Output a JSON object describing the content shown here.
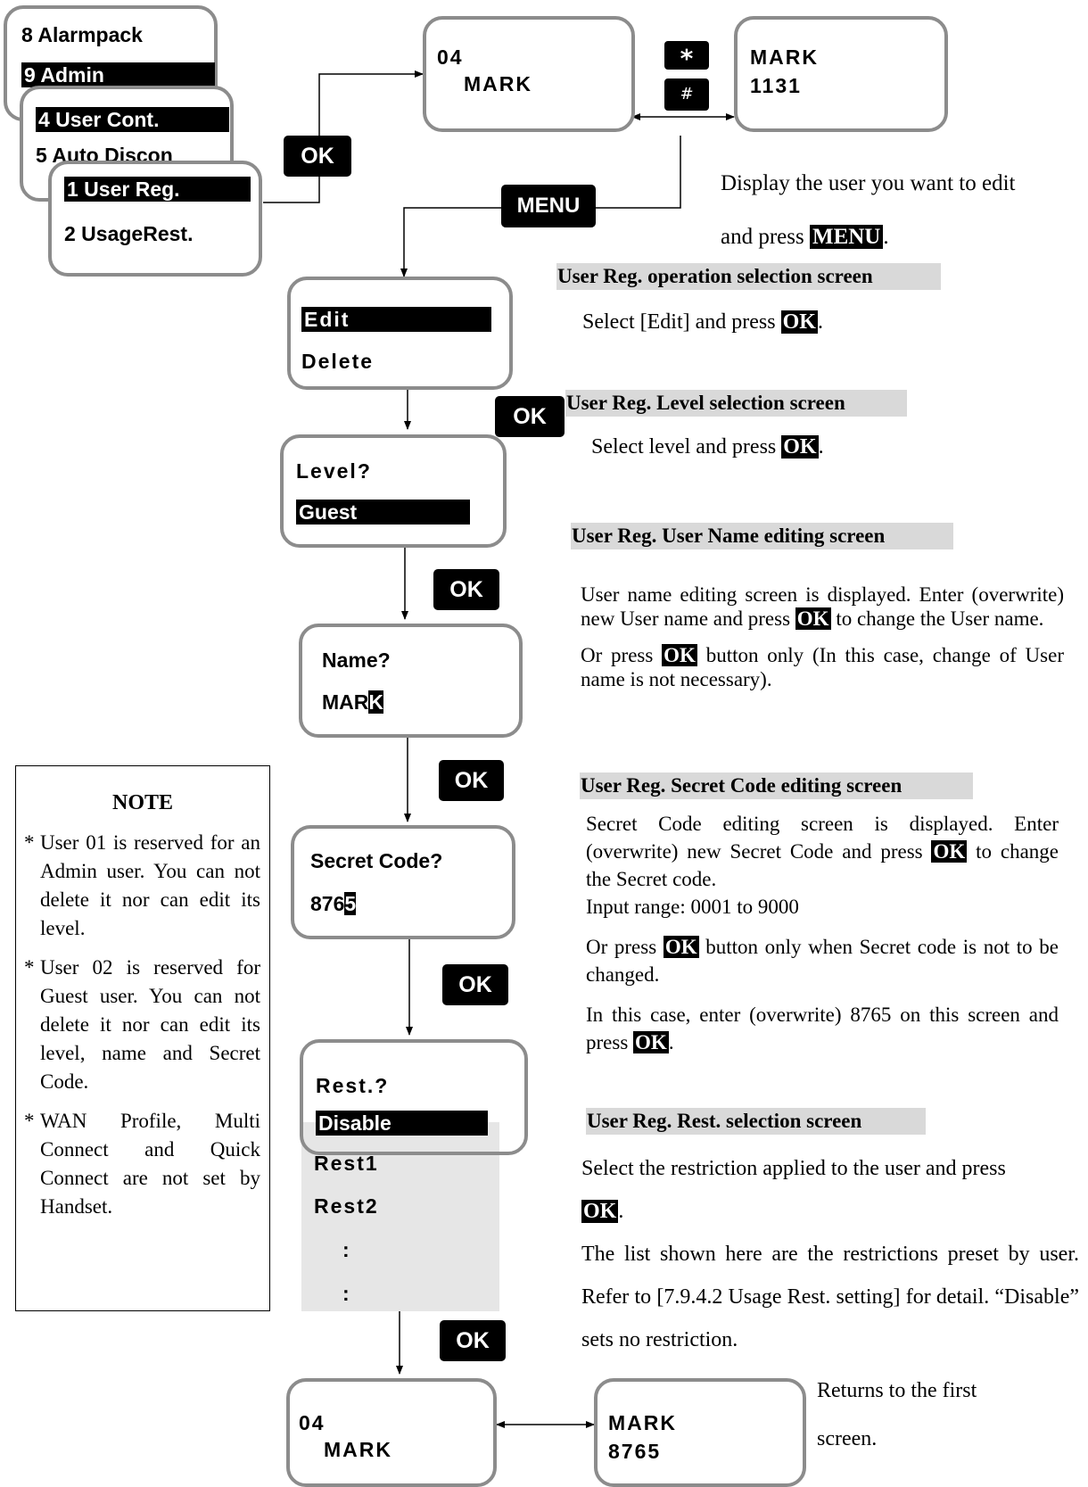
{
  "screens": {
    "alarmpack": {
      "line1": "8 Alarmpack",
      "line2": "9 Admin"
    },
    "usercont": {
      "line1": "4 User Cont.",
      "line2": "5 Auto Discon"
    },
    "userreg": {
      "line1": "1 User Reg.",
      "line2": "2 UsageRest."
    },
    "user_display": {
      "line1": "04",
      "line2": "MARK"
    },
    "user_code_display": {
      "line1": "MARK",
      "line2": "1131"
    },
    "operation_select": {
      "line1": "Edit",
      "line2": "Delete"
    },
    "level_select": {
      "line1": "Level?",
      "line2": "Guest"
    },
    "name_edit": {
      "line1": "Name?",
      "value": "MAR",
      "cursor": "K"
    },
    "secret_edit": {
      "line1": "Secret Code?",
      "value": "876",
      "cursor": "5"
    },
    "rest_select": {
      "line1": "Rest.?",
      "line2": "Disable",
      "line3": "Rest1",
      "line4": "Rest2",
      "line5": ":",
      "line6": ":"
    },
    "final_display": {
      "line1": "04",
      "line2": "MARK"
    },
    "final_code_display": {
      "line1": "MARK",
      "line2": "8765"
    }
  },
  "keys": {
    "ok": "OK",
    "menu": "MENU",
    "star": "*",
    "hash": "#"
  },
  "text": {
    "display_user_1": "Display the user you want to edit",
    "display_user_2a": "and press ",
    "display_user_2b": "MENU",
    "display_user_2c": ".",
    "op_heading": "User Reg. operation selection screen",
    "op_text_a": "Select [Edit] and press ",
    "op_text_b": "OK",
    "op_text_c": ".",
    "level_heading": "User Reg. Level selection screen",
    "level_text_a": "Select level and press ",
    "level_text_b": "OK",
    "level_text_c": ".",
    "name_heading": "User Reg. User Name editing screen",
    "name_p1_a": "User name editing screen is displayed.  Enter (overwrite) new User name and press ",
    "name_p1_b": "OK",
    "name_p1_c": " to change the User name.",
    "name_p2_a": "Or press ",
    "name_p2_b": "OK",
    "name_p2_c": " button only (In this case, change of User name is not necessary).",
    "secret_heading": "User Reg. Secret Code editing screen",
    "secret_p1_a": "Secret Code editing screen is displayed. Enter (overwrite) new Secret Code and press ",
    "secret_p1_b": "OK",
    "secret_p1_c": " to change the Secret code.",
    "secret_p1_d": "Input range: 0001 to 9000",
    "secret_p2_a": "Or press ",
    "secret_p2_b": "OK",
    "secret_p2_c": " button only when Secret code is not to be changed.",
    "secret_p3_a": "In this case, enter (overwrite) 8765 on this screen and press ",
    "secret_p3_b": "OK",
    "secret_p3_c": ".",
    "rest_heading": "User Reg. Rest. selection screen",
    "rest_p1": "Select the restriction applied to the user and press",
    "rest_p1_ok": "OK",
    "rest_p1_end": ".",
    "rest_p2": "The list shown here are the restrictions preset by user. Refer to [7.9.4.2 Usage Rest. setting] for detail.   “Disable” sets no restriction.",
    "returns_1": "Returns to the first",
    "returns_2": "screen."
  },
  "note": {
    "title": "NOTE",
    "star": "*",
    "items": [
      "User 01 is reserved for an Admin user. You can not delete it nor can edit its level.",
      "User 02 is reserved for Guest user. You can not delete it nor can edit its level, name and Secret Code.",
      "WAN Profile, Multi Connect and Quick Connect are not set by Handset."
    ]
  }
}
